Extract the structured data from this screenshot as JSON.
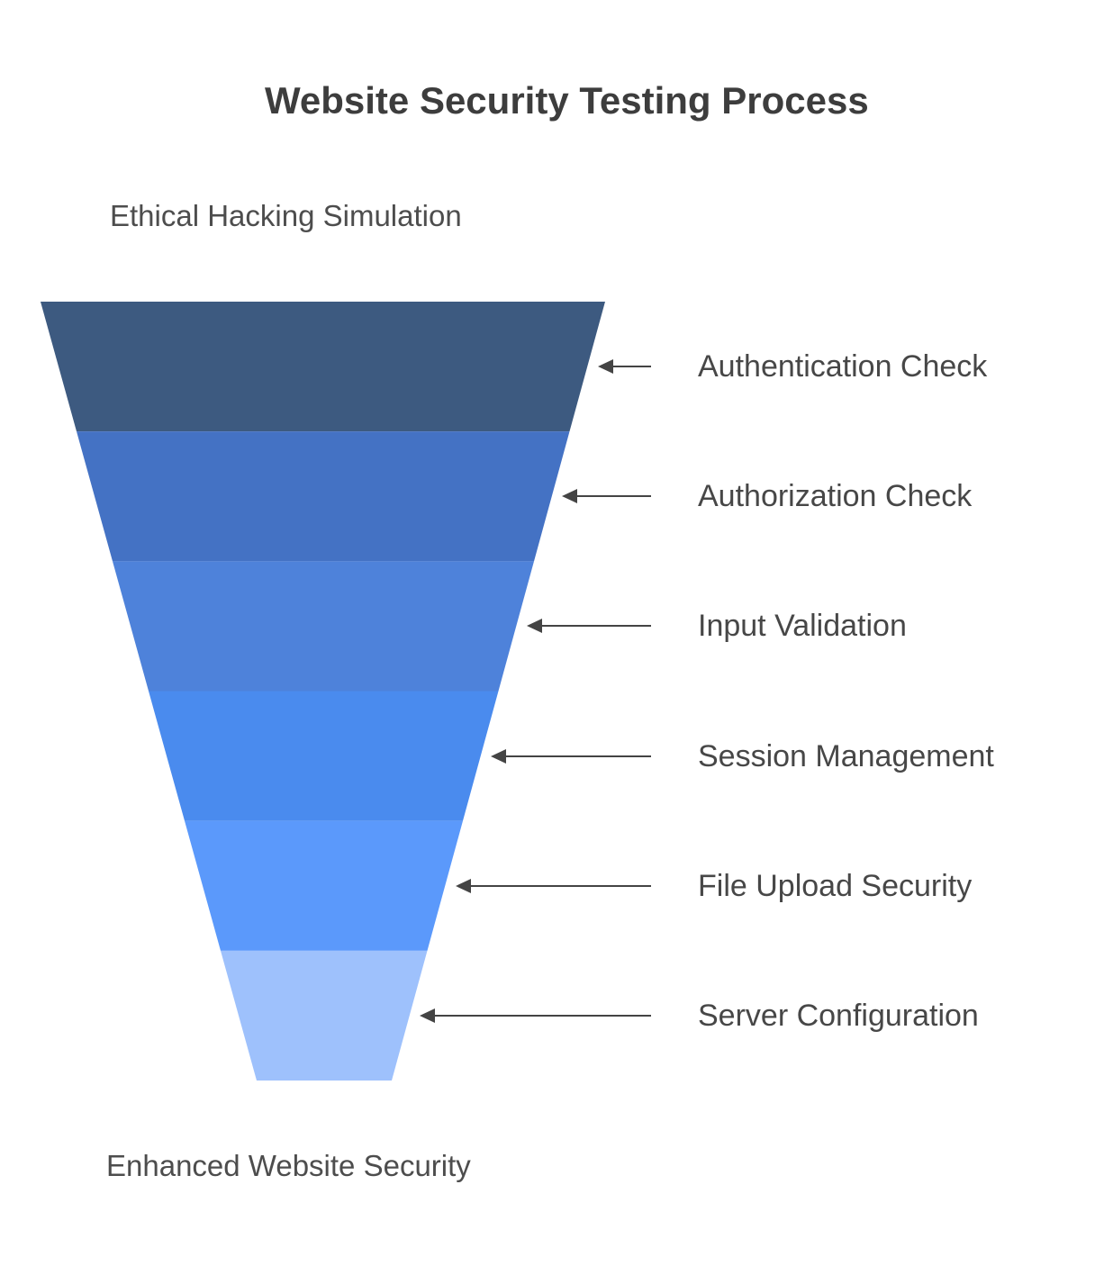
{
  "title": "Website Security Testing Process",
  "entry_label": "Ethical Hacking Simulation",
  "result_label": "Enhanced Website Security",
  "chart_data": {
    "type": "funnel",
    "title": "Website Security Testing Process",
    "top_annotation": "Ethical Hacking Simulation",
    "bottom_annotation": "Enhanced Website Security",
    "direction": "top-to-bottom-narrowing",
    "stage_count": 6,
    "stages": [
      {
        "label": "Authentication Check",
        "color": "#3d5a80"
      },
      {
        "label": "Authorization Check",
        "color": "#4472c4"
      },
      {
        "label": "Input Validation",
        "color": "#4e82da"
      },
      {
        "label": "Session Management",
        "color": "#4a8bee"
      },
      {
        "label": "File Upload Security",
        "color": "#5b99fb"
      },
      {
        "label": "Server Configuration",
        "color": "#9ec1fc"
      }
    ],
    "text_color": "#474747",
    "arrow_color": "#444444"
  }
}
